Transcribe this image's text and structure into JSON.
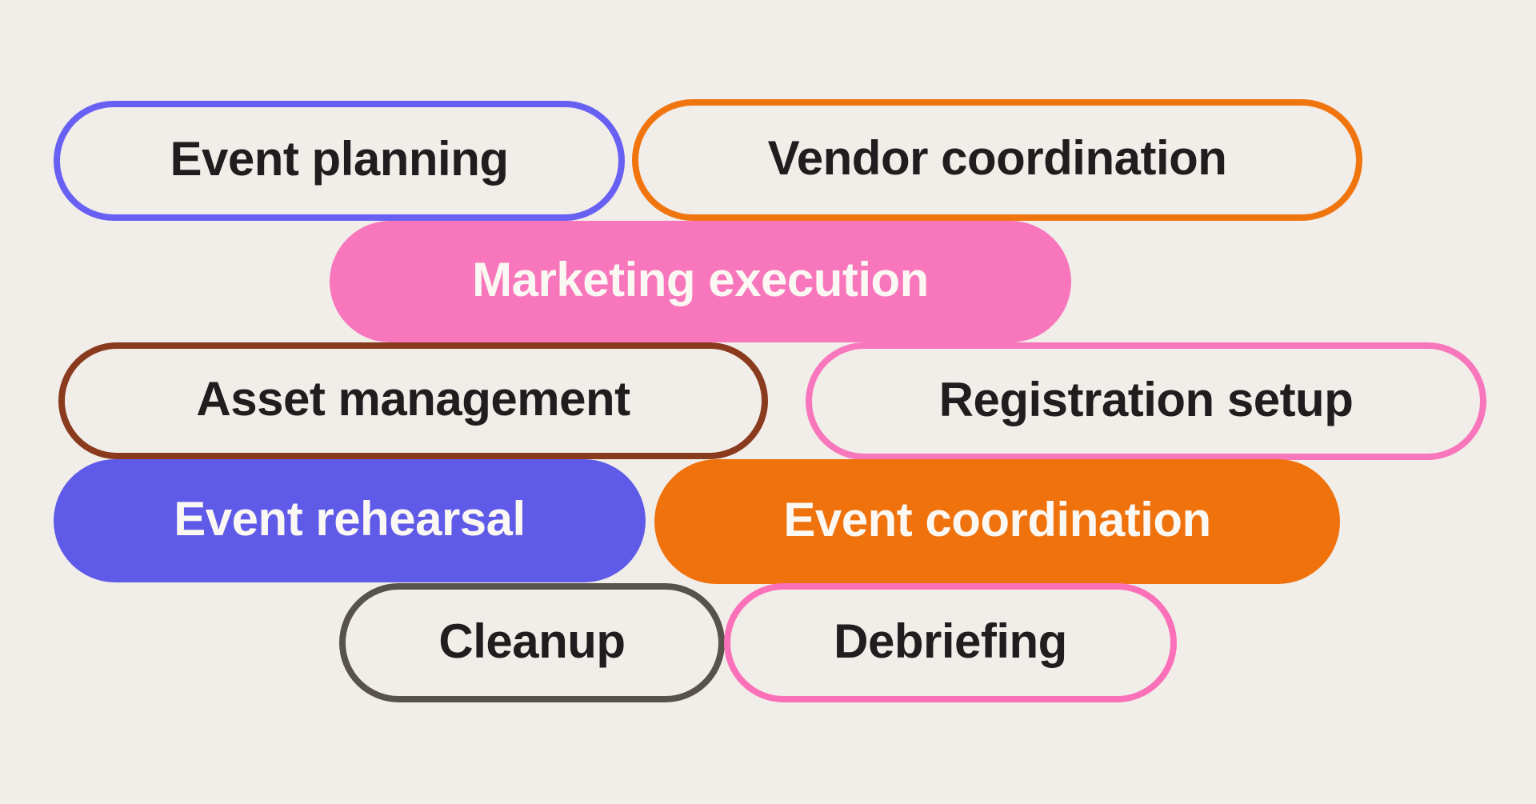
{
  "page": {
    "background_color": "#f1ede9"
  },
  "pills": [
    {
      "label": "Event planning",
      "variant": "outline",
      "border_color": "#6860f2",
      "fill_color": "#f1ede9",
      "text_color": "#201d1e"
    },
    {
      "label": "Vendor coordination",
      "variant": "outline",
      "border_color": "#f1750e",
      "fill_color": "#f1ede9",
      "text_color": "#201d1e"
    },
    {
      "label": "Marketing execution",
      "variant": "filled",
      "fill_color": "#f877bc",
      "text_color": "#fbf7f2"
    },
    {
      "label": "Asset management",
      "variant": "outline",
      "border_color": "#8a3a1d",
      "fill_color": "#f1ede9",
      "text_color": "#201d1e"
    },
    {
      "label": "Registration setup",
      "variant": "outline",
      "border_color": "#f877bc",
      "fill_color": "#f1ede9",
      "text_color": "#201d1e"
    },
    {
      "label": "Event rehearsal",
      "variant": "filled",
      "fill_color": "#5f5be8",
      "text_color": "#fbf7f2"
    },
    {
      "label": "Event coordination",
      "variant": "filled",
      "fill_color": "#ef720d",
      "text_color": "#fbf7f2"
    },
    {
      "label": "Cleanup",
      "variant": "outline",
      "border_color": "#57534a",
      "fill_color": "#f1ede9",
      "text_color": "#201d1e"
    },
    {
      "label": "Debriefing",
      "variant": "outline",
      "border_color": "#fa70b9",
      "fill_color": "#f1ede9",
      "text_color": "#201d1e"
    }
  ]
}
